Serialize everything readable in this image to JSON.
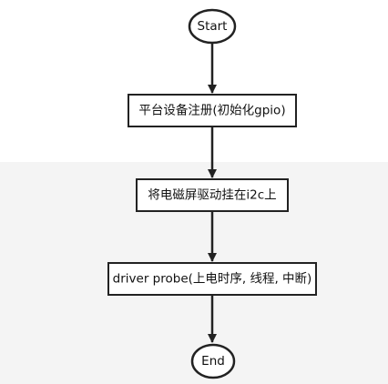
{
  "diagram": {
    "start_label": "Start",
    "step1_label": "平台设备注册(初始化gpio)",
    "step2_label": "将电磁屏驱动挂在i2c上",
    "step3_label": "driver probe(上电时序, 线程, 中断)",
    "end_label": "End",
    "colors": {
      "stroke": "#222222",
      "node_fill": "#ffffff",
      "band": "#f4f4f4"
    }
  }
}
